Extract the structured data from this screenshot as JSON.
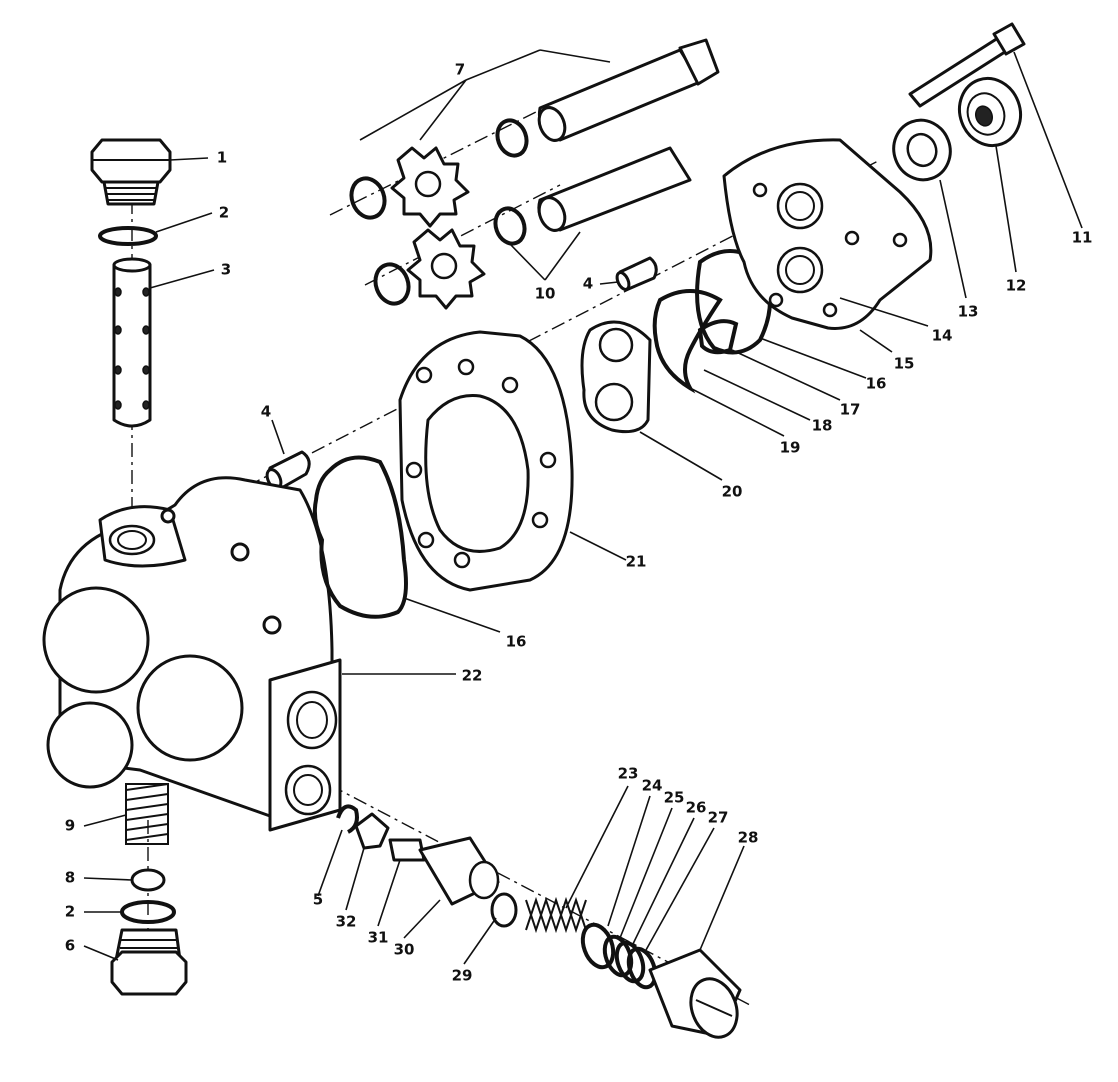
{
  "callouts": [
    {
      "id": "c1",
      "text": "1"
    },
    {
      "id": "c2a",
      "text": "2"
    },
    {
      "id": "c3",
      "text": "3"
    },
    {
      "id": "c4a",
      "text": "4"
    },
    {
      "id": "c4b",
      "text": "4"
    },
    {
      "id": "c5",
      "text": "5"
    },
    {
      "id": "c6",
      "text": "6"
    },
    {
      "id": "c7",
      "text": "7"
    },
    {
      "id": "c8",
      "text": "8"
    },
    {
      "id": "c2b",
      "text": "2"
    },
    {
      "id": "c9",
      "text": "9"
    },
    {
      "id": "c10",
      "text": "10"
    },
    {
      "id": "c11",
      "text": "11"
    },
    {
      "id": "c12",
      "text": "12"
    },
    {
      "id": "c13",
      "text": "13"
    },
    {
      "id": "c14",
      "text": "14"
    },
    {
      "id": "c15",
      "text": "15"
    },
    {
      "id": "c16a",
      "text": "16"
    },
    {
      "id": "c16b",
      "text": "16"
    },
    {
      "id": "c17",
      "text": "17"
    },
    {
      "id": "c18",
      "text": "18"
    },
    {
      "id": "c19",
      "text": "19"
    },
    {
      "id": "c20",
      "text": "20"
    },
    {
      "id": "c21",
      "text": "21"
    },
    {
      "id": "c22",
      "text": "22"
    },
    {
      "id": "c23",
      "text": "23"
    },
    {
      "id": "c24",
      "text": "24"
    },
    {
      "id": "c25",
      "text": "25"
    },
    {
      "id": "c26",
      "text": "26"
    },
    {
      "id": "c27",
      "text": "27"
    },
    {
      "id": "c28",
      "text": "28"
    },
    {
      "id": "c29",
      "text": "29"
    },
    {
      "id": "c30",
      "text": "30"
    },
    {
      "id": "c31",
      "text": "31"
    },
    {
      "id": "c32",
      "text": "32"
    }
  ]
}
